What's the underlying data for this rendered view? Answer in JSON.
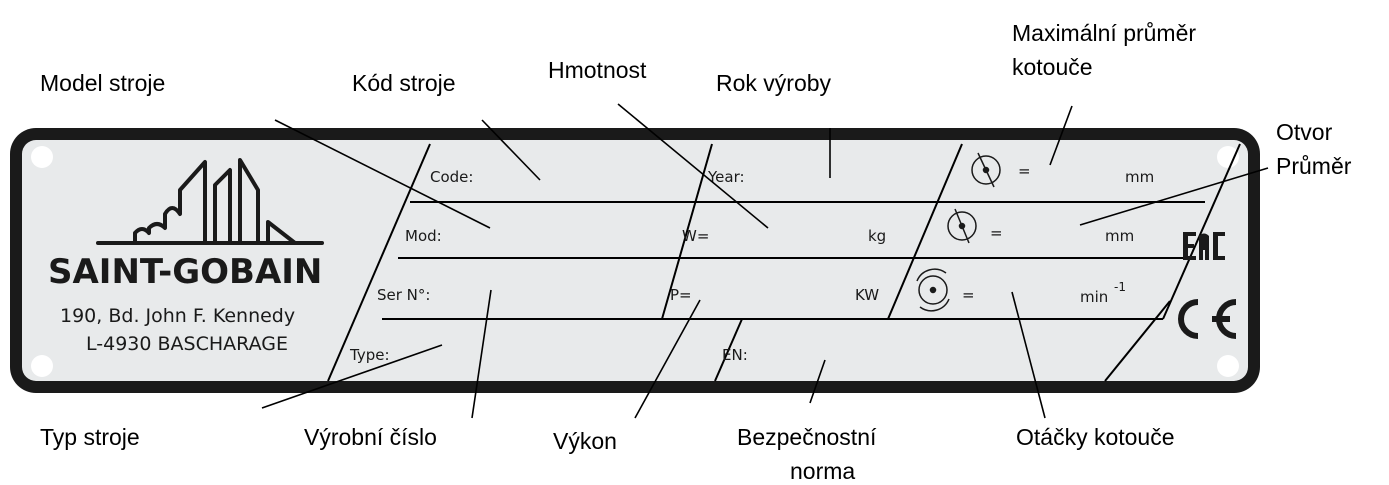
{
  "callouts": {
    "model_stroje": "Model stroje",
    "kod_stroje": "Kód stroje",
    "hmotnost": "Hmotnost",
    "rok_vyroby": "Rok výroby",
    "max_prumer": [
      "Maximální průměr",
      "kotouče"
    ],
    "otvor_prumer": [
      "Otvor",
      "Průměr"
    ],
    "typ_stroje": "Typ stroje",
    "vyrobni_cislo": "Výrobní číslo",
    "vykon": "Výkon",
    "bezpecnostni_norma": [
      "Bezpečnostní",
      "norma"
    ],
    "otacky_kotouce": "Otáčky kotouče"
  },
  "plate": {
    "brand": "SAINT-GOBAIN",
    "address_line1": "190, Bd. John F. Kennedy",
    "address_line2": "L-4930 BASCHARAGE",
    "fields": {
      "code": "Code:",
      "mod": "Mod:",
      "ser": "Ser N°:",
      "type": "Type:",
      "year": "Year:",
      "weight": "W=",
      "weight_unit": "kg",
      "power": "P=",
      "power_unit": "KW",
      "en": "EN:",
      "eq1": "=",
      "eq2": "=",
      "eq3": "=",
      "mm1": "mm",
      "mm2": "mm",
      "rpm_unit": "min",
      "rpm_exp": "-1"
    },
    "marks": {
      "eac": "EAC",
      "ce": "CE"
    }
  },
  "colors": {
    "plate_fill": "#e8eaeb",
    "frame": "#1a1a1a",
    "line": "#000000"
  }
}
